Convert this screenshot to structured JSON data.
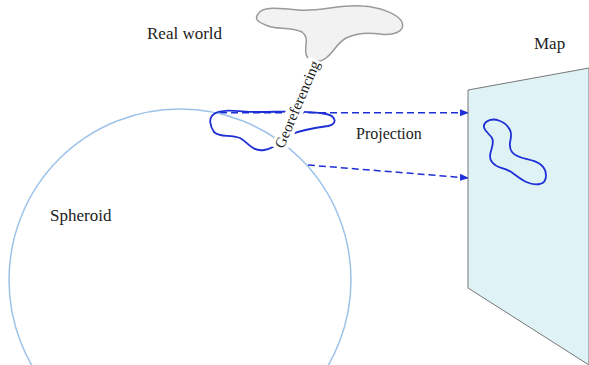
{
  "diagram": {
    "nodes": [
      {
        "text": [
          "Real world"
        ]
      },
      {
        "text": [
          "Spheroid"
        ]
      },
      {
        "text": [
          "Map"
        ]
      }
    ],
    "edges": [
      {
        "from": 0,
        "to": 1,
        "arrow": "to",
        "label": "Georeferencing"
      },
      {
        "from": 1,
        "to": 2,
        "arrow": "to",
        "label": "Projection"
      },
      {
        "from": 1,
        "to": 2,
        "arrow": "to"
      }
    ]
  }
}
